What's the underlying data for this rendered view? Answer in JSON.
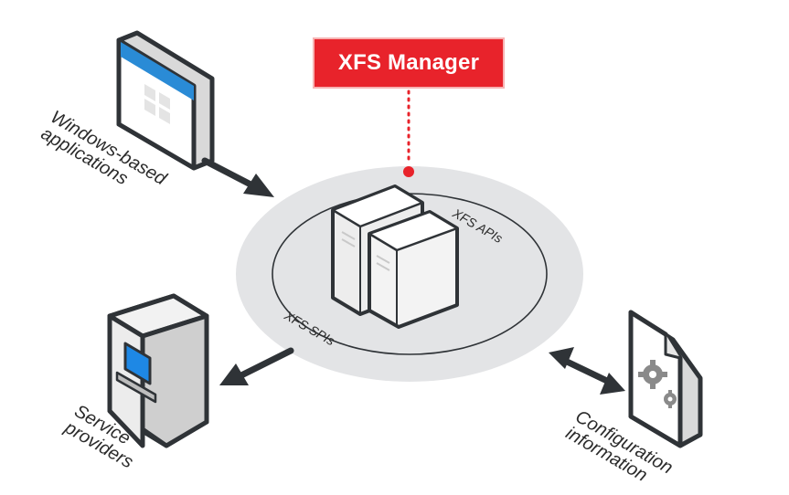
{
  "manager": {
    "label": "XFS Manager"
  },
  "labels": {
    "windows_apps": [
      "Windows-based",
      "applications"
    ],
    "service_providers": [
      "Service",
      "providers"
    ],
    "configuration": [
      "Configuration",
      "information"
    ],
    "xfs_apis": "XFS APIs",
    "xfs_spis": "XFS SPIs"
  },
  "colors": {
    "accent_red": "#e8232b",
    "outline": "#2f3337",
    "platform": "#e3e4e6",
    "window_bar": "#2a8bd6",
    "atm_screen": "#1e88e5"
  },
  "icons": [
    "window-icon",
    "server-icon",
    "atm-icon",
    "config-document-icon",
    "gear-icon"
  ]
}
